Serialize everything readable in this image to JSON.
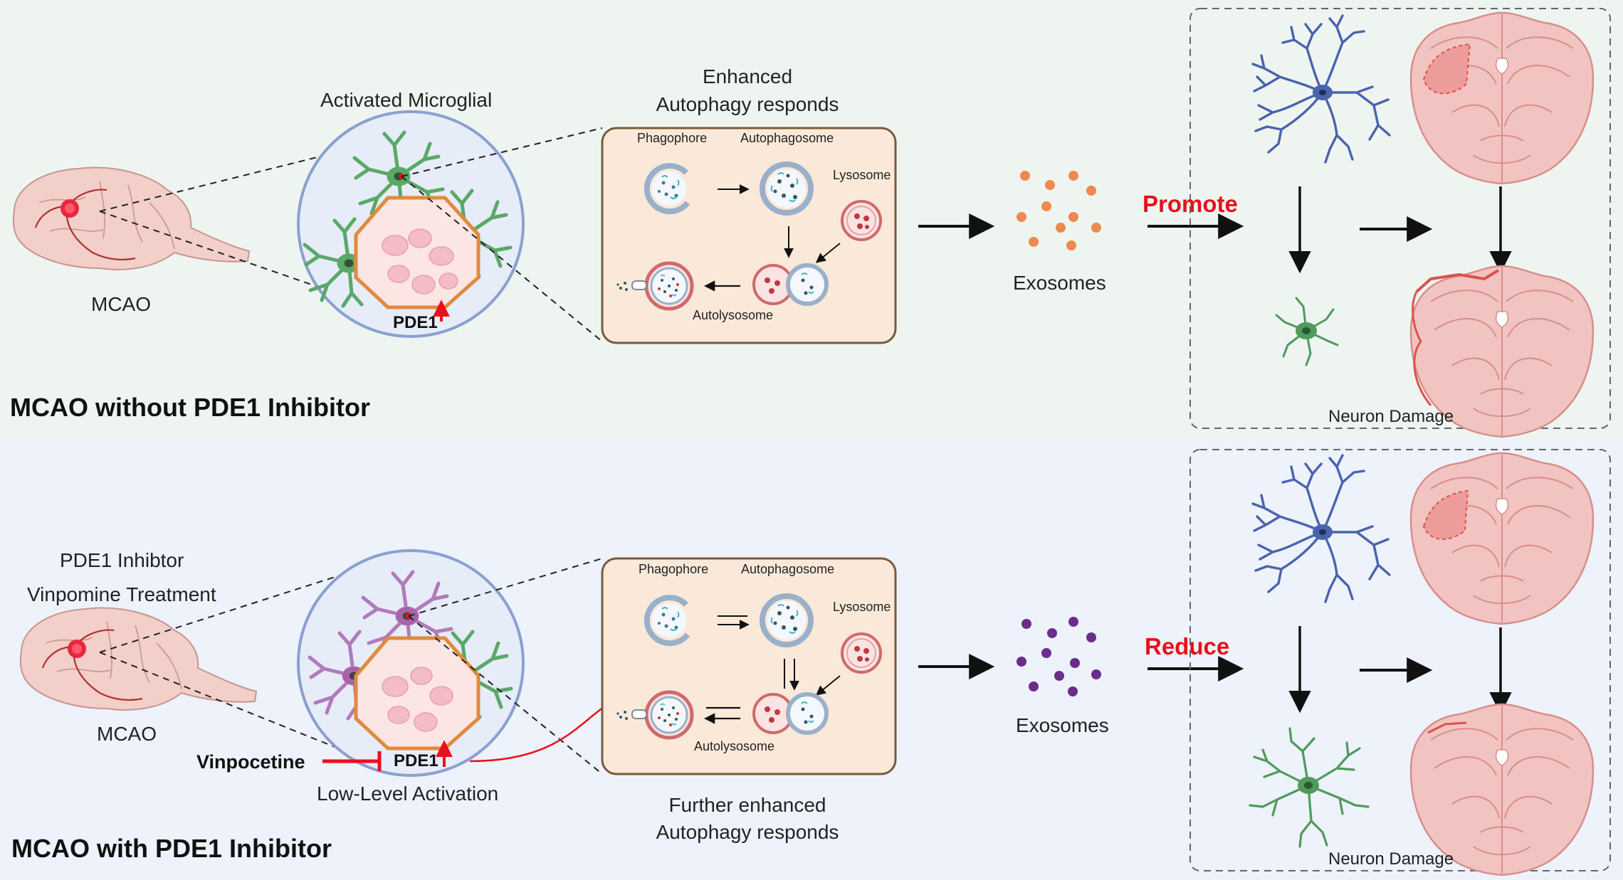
{
  "top_panel": {
    "title": "MCAO without PDE1 Inhibitor",
    "brain_label": "MCAO",
    "microglia_title": "Activated Microglial",
    "pde1_label": "PDE1",
    "autophagy_title_line1": "Enhanced",
    "autophagy_title_line2": "Autophagy responds",
    "phagophore": "Phagophore",
    "autophagosome": "Autophagosome",
    "lysosome": "Lysosome",
    "autolysosome": "Autolysosome",
    "exosomes": "Exosomes",
    "effect_label": "Promote",
    "outcome_label": "Neuron Damage",
    "exosome_color": "#ee8a4f",
    "effect_color": "#e8101a"
  },
  "bottom_panel": {
    "title": "MCAO with PDE1 Inhibitor",
    "treatment_line1": "PDE1 Inhibtor",
    "treatment_line2": "Vinpomine Treatment",
    "brain_label": "MCAO",
    "drug_label": "Vinpocetine",
    "pde1_label": "PDE1",
    "microglia_caption": "Low-Level Activation",
    "autophagy_caption_line1": "Further enhanced",
    "autophagy_caption_line2": "Autophagy responds",
    "phagophore": "Phagophore",
    "autophagosome": "Autophagosome",
    "lysosome": "Lysosome",
    "autolysosome": "Autolysosome",
    "exosomes": "Exosomes",
    "effect_label": "Reduce",
    "outcome_label": "Neuron Damage",
    "exosome_color": "#6a2d8c",
    "effect_color": "#e8101a"
  },
  "colors": {
    "top_background": "#eef5f1",
    "bottom_background": "#edf2fb",
    "autophagy_box": "#fae9d9",
    "neuron": "#4a63ad",
    "microglia_green": "#4f9a5c",
    "microglia_purple": "#a862a8",
    "brain_section": "#f2c4c1"
  }
}
